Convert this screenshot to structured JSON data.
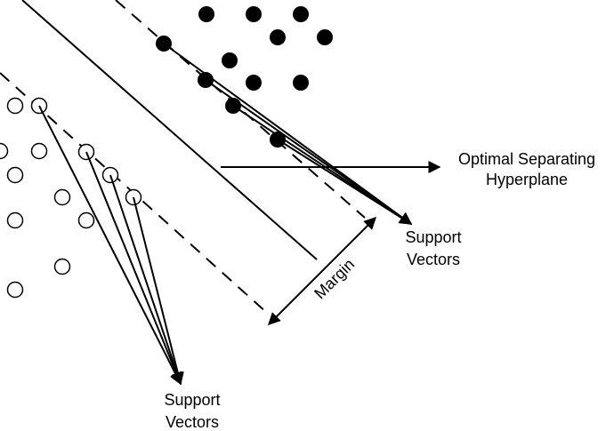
{
  "labels": {
    "optimal_line1": "Optimal Separating",
    "optimal_line2": "Hyperplane",
    "support_right_line1": "Support",
    "support_right_line2": "Vectors",
    "support_left_line1": "Support",
    "support_left_line2": "Vectors",
    "margin": "Margin"
  },
  "colors": {
    "ink": "#000000",
    "background": "#ffffff"
  },
  "classes": {
    "open_circles": "class A (hollow points)",
    "filled_circles": "class B (solid points)"
  }
}
